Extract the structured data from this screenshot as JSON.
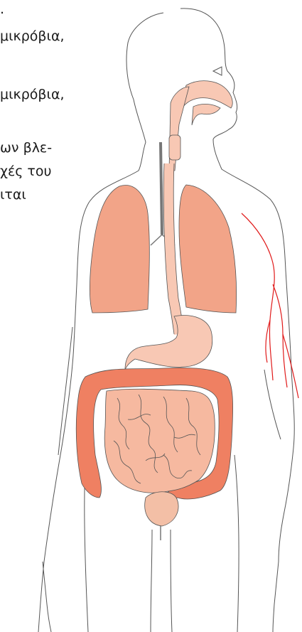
{
  "text_fragments": [
    ".",
    "μικρόβια,",
    "μικρόβια,",
    "ων βλε-",
    "χές του",
    "ιται"
  ],
  "colors": {
    "outline": "#555555",
    "upper_tract": "#f8c8b4",
    "lungs": "#f2a488",
    "large_intestine": "#ef8062",
    "small_intestine": "#f6b9a0",
    "bladder": "#f3bfa6",
    "nerve": "#e01a1a",
    "text": "#1a1a1a"
  }
}
